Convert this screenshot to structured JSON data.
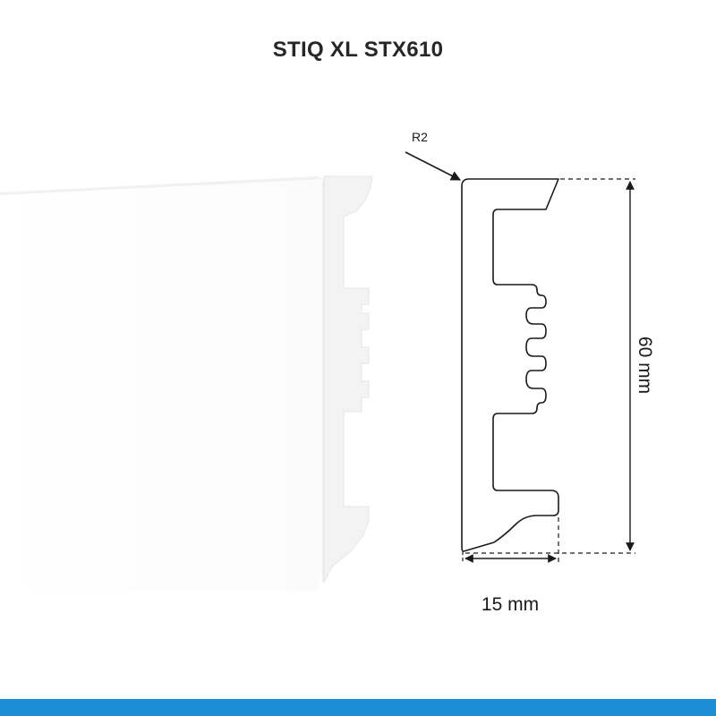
{
  "title": "STIQ XL STX610",
  "dimensions": {
    "radius_label": "R2",
    "height_label": "60 mm",
    "width_label": "15 mm"
  },
  "colors": {
    "outline": "#1a1a1a",
    "product_face": "#ffffff",
    "product_side": "#f2f2f2",
    "product_edge": "#e4e4e4",
    "bottom_bar": "#1b8fd6"
  },
  "icons": {
    "radius_pointer": "arrow-pointer-icon"
  }
}
